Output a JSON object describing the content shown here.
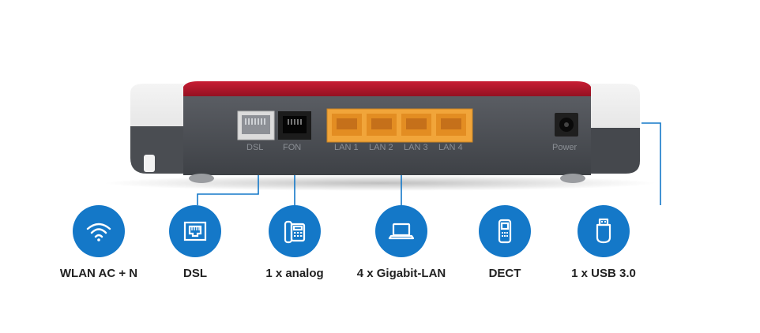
{
  "router": {
    "port_labels": {
      "dsl": "DSL",
      "fon": "FON",
      "lan1": "LAN 1",
      "lan2": "LAN 2",
      "lan3": "LAN 3",
      "lan4": "LAN 4",
      "power": "Power"
    }
  },
  "features": [
    {
      "label": "WLAN AC + N",
      "icon": "wifi-icon"
    },
    {
      "label": "DSL",
      "icon": "ethernet-port-icon"
    },
    {
      "label": "1 x analog",
      "icon": "telephone-icon"
    },
    {
      "label": "4 x Gigabit-LAN",
      "icon": "laptop-icon"
    },
    {
      "label": "DECT",
      "icon": "cordless-phone-icon"
    },
    {
      "label": "1 x USB 3.0",
      "icon": "usb-icon"
    }
  ],
  "colors": {
    "accent_blue": "#1478c8",
    "router_red": "#b8142a",
    "router_gray": "#4a4d52",
    "lan_port_yellow": "#f1a53a"
  }
}
